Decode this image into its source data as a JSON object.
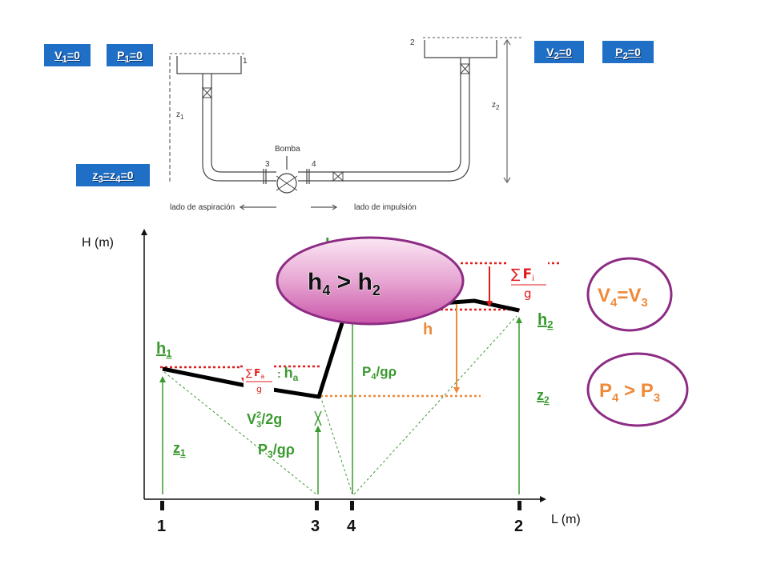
{
  "tags": {
    "v1": [
      "V",
      "1",
      "=0"
    ],
    "p1": [
      "P",
      "1",
      "=0"
    ],
    "v2": [
      "V",
      "2",
      "=0"
    ],
    "p2": [
      "P",
      "2",
      "=0"
    ],
    "z3z4": [
      "z",
      "3",
      "=z",
      "4",
      "=0"
    ]
  },
  "schematic": {
    "point1": "1",
    "point2": "2",
    "point3": "3",
    "point4": "4",
    "z1": [
      "z",
      "1"
    ],
    "z2": [
      "z",
      "2"
    ],
    "pump": "Bomba",
    "suction_side": "lado de aspiración",
    "discharge_side": "lado de impulsión"
  },
  "graph": {
    "y_axis": "H (m)",
    "x_axis": "L (m)",
    "x_ticks": [
      "1",
      "3",
      "4",
      "2"
    ],
    "h1": [
      "h",
      "1"
    ],
    "h2": [
      "h",
      "2"
    ],
    "h_partial": "h",
    "h_top_partial": "h",
    "ha": [
      "h",
      "a"
    ],
    "z1": [
      "z",
      "1"
    ],
    "z2": [
      "z",
      "2"
    ],
    "v3": [
      "V",
      "2",
      "3",
      "/2g"
    ],
    "p3": [
      "P",
      "3",
      "/g",
      "ρ"
    ],
    "p4": [
      "P",
      "4",
      "/g",
      "ρ"
    ],
    "sum_fa": [
      "∑",
      "F",
      "a",
      "g"
    ],
    "sum_fi": [
      "∑",
      "F",
      "i",
      "g"
    ]
  },
  "callouts": {
    "main": [
      "h",
      "4",
      " > h",
      "2"
    ],
    "velocity": [
      "V",
      "4",
      "=V",
      "3"
    ],
    "pressure": [
      "P",
      "4",
      " > P",
      "3"
    ]
  },
  "colors": {
    "tag_bg": "#1f6fc7",
    "green": "#3a9a2f",
    "red": "#e21b1b",
    "orange": "#ee8a3a",
    "purple": "#8d2c84"
  }
}
